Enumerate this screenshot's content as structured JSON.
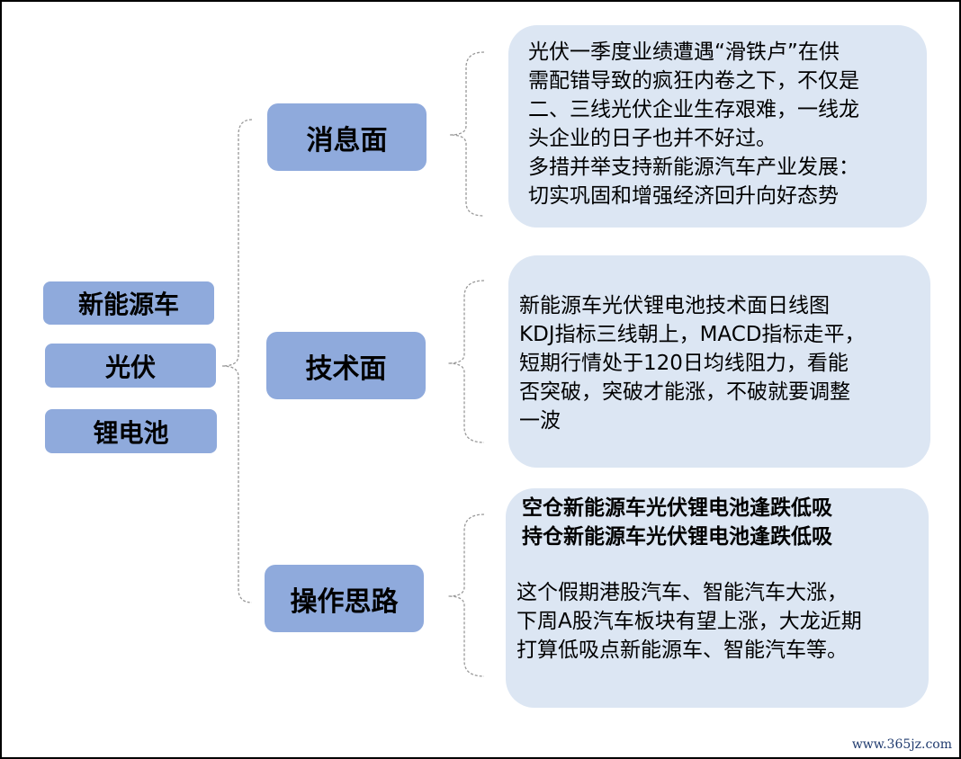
{
  "topics": [
    "新能源车",
    "光伏",
    "锂电池"
  ],
  "branches": [
    {
      "label": "消息面",
      "lines": [
        "光伏一季度业绩遭遇“滑铁卢”在供",
        "需配错导致的疯狂内卷之下，不仅是",
        "二、三线光伏企业生存艰难，一线龙",
        "头企业的日子也并不好过。",
        "多措并举支持新能源汽车产业发展：",
        "切实巩固和增强经济回升向好态势"
      ]
    },
    {
      "label": "技术面",
      "lines": [
        "新能源车光伏锂电池技术面日线图",
        "KDJ指标三线朝上，MACD指标走平，",
        "短期行情处于120日均线阻力，看能",
        "否突破，突破才能涨，不破就要调整",
        "一波"
      ]
    },
    {
      "label": "操作思路",
      "bold_lines": [
        "空仓新能源车光伏锂电池逢跌低吸",
        "持仓新能源车光伏锂电池逢跌低吸"
      ],
      "lines": [
        "这个假期港股汽车、智能汽车大涨，",
        "下周A股汽车板块有望上涨，大龙近期",
        "打算低吸点新能源车、智能汽车等。"
      ]
    }
  ],
  "watermark": "www.365jz.com",
  "colors": {
    "node": "#8faadc",
    "box": "#dce6f3",
    "connector": "#999999"
  }
}
